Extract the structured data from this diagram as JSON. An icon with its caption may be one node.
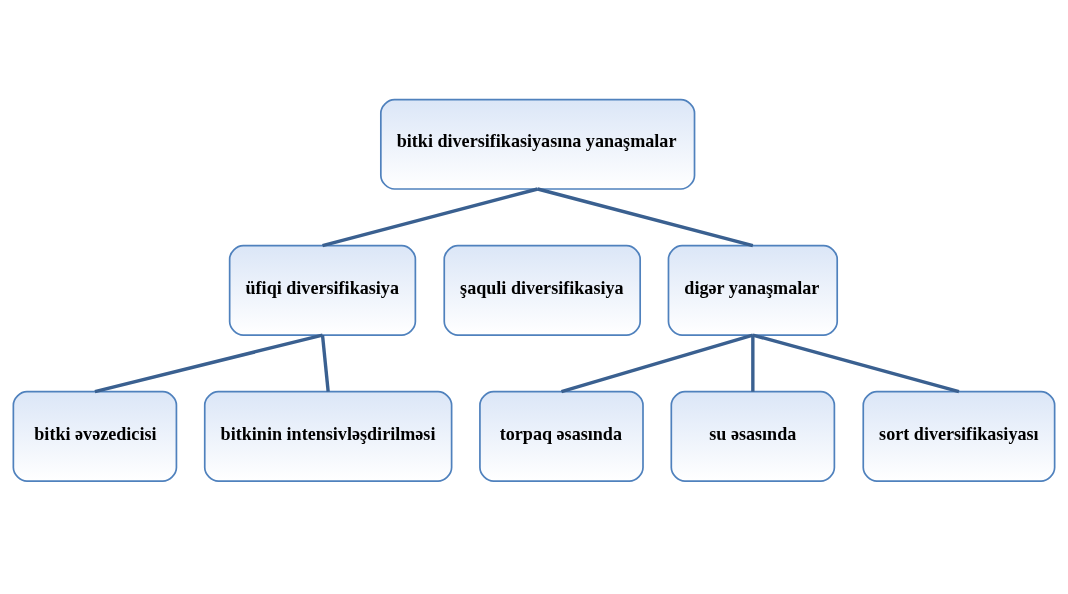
{
  "diagram": {
    "nodes": [
      {
        "text": [
          "bitki diversifikasiyasına yanaşmalar"
        ]
      },
      {
        "text": [
          "üfiqi diversifikasiya"
        ]
      },
      {
        "text": [
          "şaquli diversifikasiya"
        ]
      },
      {
        "text": [
          "digər yanaşmalar"
        ]
      },
      {
        "text": [
          "bitki əvəzedicisi"
        ]
      },
      {
        "text": [
          "bitkinin intensivləşdirilməsi"
        ]
      },
      {
        "text": [
          "torpaq əsasında"
        ]
      },
      {
        "text": [
          "su əsasında"
        ]
      },
      {
        "text": [
          "sort diversifikasiyası"
        ]
      }
    ],
    "edges": [
      {
        "from": 0,
        "to": 1,
        "arrow": "none"
      },
      {
        "from": 0,
        "to": 3,
        "arrow": "none"
      },
      {
        "from": 1,
        "to": 4,
        "arrow": "none"
      },
      {
        "from": 1,
        "to": 5,
        "arrow": "none"
      },
      {
        "from": 3,
        "to": 6,
        "arrow": "none"
      },
      {
        "from": 3,
        "to": 7,
        "arrow": "none"
      },
      {
        "from": 3,
        "to": 8,
        "arrow": "none"
      }
    ]
  }
}
